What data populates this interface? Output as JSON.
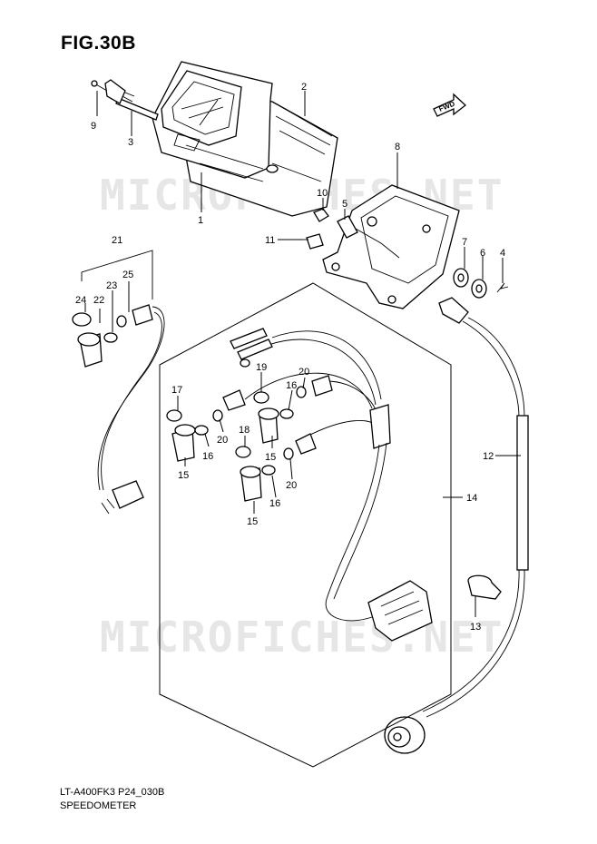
{
  "figure": {
    "title": "FIG.30B",
    "model_code": "LT-A400FK3 P24_030B",
    "name": "SPEEDOMETER",
    "watermark": "MICROFICHES.NET",
    "direction_label": "FWD"
  },
  "callouts": [
    {
      "id": "c1",
      "label": "1"
    },
    {
      "id": "c2",
      "label": "2"
    },
    {
      "id": "c3",
      "label": "3"
    },
    {
      "id": "c4",
      "label": "4"
    },
    {
      "id": "c5",
      "label": "5"
    },
    {
      "id": "c6",
      "label": "6"
    },
    {
      "id": "c7",
      "label": "7"
    },
    {
      "id": "c8",
      "label": "8"
    },
    {
      "id": "c9",
      "label": "9"
    },
    {
      "id": "c10",
      "label": "10"
    },
    {
      "id": "c11",
      "label": "11"
    },
    {
      "id": "c12",
      "label": "12"
    },
    {
      "id": "c13",
      "label": "13"
    },
    {
      "id": "c14",
      "label": "14"
    },
    {
      "id": "c15a",
      "label": "15"
    },
    {
      "id": "c15b",
      "label": "15"
    },
    {
      "id": "c15c",
      "label": "15"
    },
    {
      "id": "c16a",
      "label": "16"
    },
    {
      "id": "c16b",
      "label": "16"
    },
    {
      "id": "c16c",
      "label": "16"
    },
    {
      "id": "c17",
      "label": "17"
    },
    {
      "id": "c18",
      "label": "18"
    },
    {
      "id": "c19",
      "label": "19"
    },
    {
      "id": "c20a",
      "label": "20"
    },
    {
      "id": "c20b",
      "label": "20"
    },
    {
      "id": "c20c",
      "label": "20"
    },
    {
      "id": "c21",
      "label": "21"
    },
    {
      "id": "c22",
      "label": "22"
    },
    {
      "id": "c23",
      "label": "23"
    },
    {
      "id": "c24",
      "label": "24"
    },
    {
      "id": "c25",
      "label": "25"
    }
  ]
}
